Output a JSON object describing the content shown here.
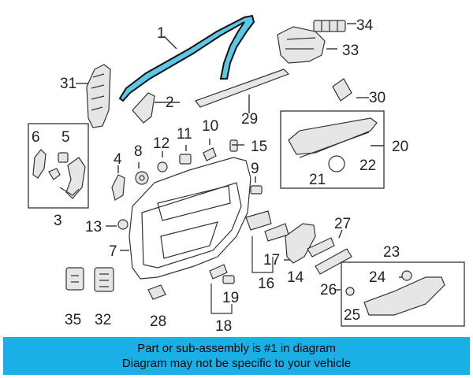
{
  "callouts": [
    "1",
    "2",
    "3",
    "4",
    "5",
    "6",
    "7",
    "8",
    "9",
    "10",
    "11",
    "12",
    "13",
    "14",
    "15",
    "16",
    "17",
    "18",
    "19",
    "20",
    "21",
    "22",
    "23",
    "24",
    "25",
    "26",
    "27",
    "28",
    "29",
    "30",
    "31",
    "32",
    "33",
    "34",
    "35"
  ],
  "banner": {
    "line1": "Part or sub-assembly is #1 in diagram",
    "line2": "Diagram may not be specific to your vehicle"
  },
  "highlight_color": "#5bc8e8",
  "banner_color": "#1ab0e6"
}
